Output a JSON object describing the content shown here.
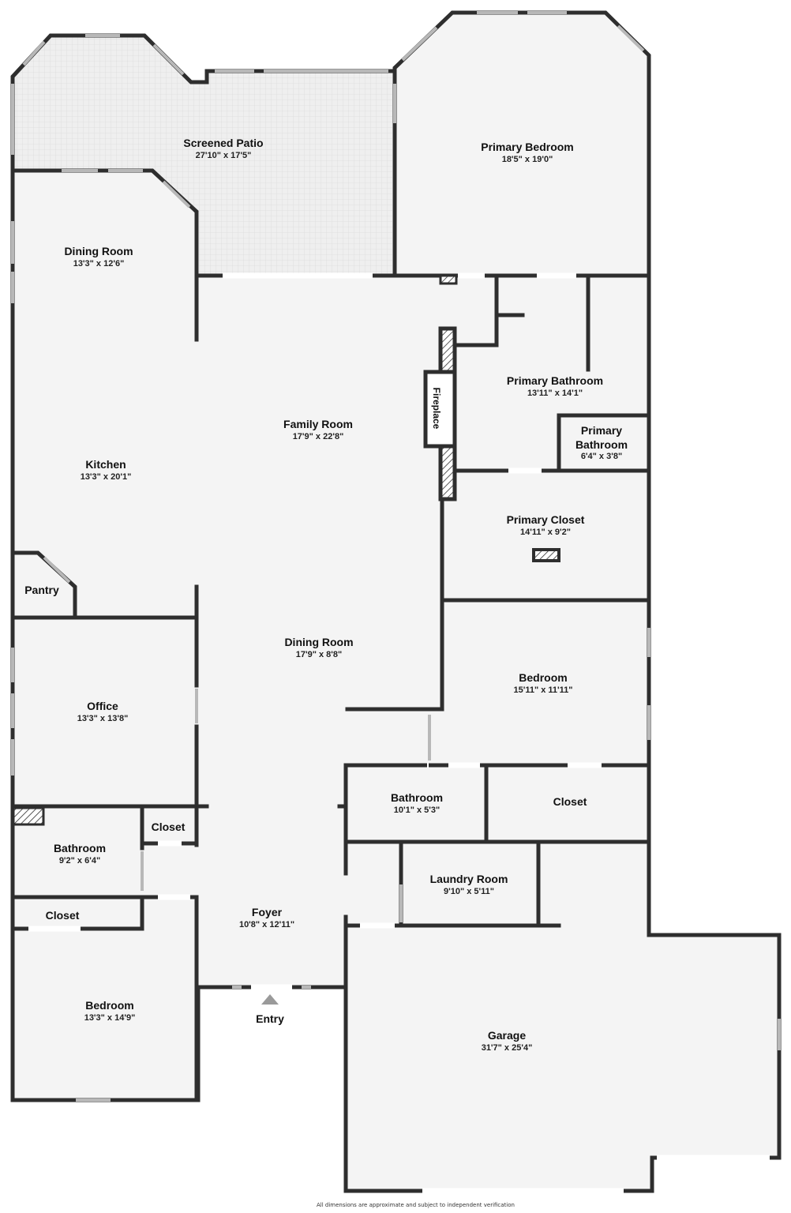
{
  "rooms": [
    {
      "id": "screened-patio",
      "name": "Screened Patio",
      "dims": "27'10\" x 17'5\""
    },
    {
      "id": "primary-bedroom",
      "name": "Primary Bedroom",
      "dims": "18'5\" x 19'0\""
    },
    {
      "id": "dining-room-upper",
      "name": "Dining Room",
      "dims": "13'3\" x 12'6\""
    },
    {
      "id": "family-room",
      "name": "Family Room",
      "dims": "17'9\" x 22'8\""
    },
    {
      "id": "primary-bathroom",
      "name": "Primary Bathroom",
      "dims": "13'11\" x 14'1\""
    },
    {
      "id": "primary-bathroom-small",
      "name": "Primary\nBathroom",
      "dims": "6'4\" x 3'8\""
    },
    {
      "id": "kitchen",
      "name": "Kitchen",
      "dims": "13'3\" x 20'1\""
    },
    {
      "id": "primary-closet",
      "name": "Primary Closet",
      "dims": "14'11\" x 9'2\""
    },
    {
      "id": "pantry",
      "name": "Pantry",
      "dims": ""
    },
    {
      "id": "dining-room-lower",
      "name": "Dining Room",
      "dims": "17'9\" x 8'8\""
    },
    {
      "id": "bedroom-right",
      "name": "Bedroom",
      "dims": "15'11\" x 11'11\""
    },
    {
      "id": "office",
      "name": "Office",
      "dims": "13'3\" x 13'8\""
    },
    {
      "id": "bathroom-center",
      "name": "Bathroom",
      "dims": "10'1\" x 5'3\""
    },
    {
      "id": "closet-right",
      "name": "Closet",
      "dims": ""
    },
    {
      "id": "closet-left",
      "name": "Closet",
      "dims": ""
    },
    {
      "id": "bathroom-left",
      "name": "Bathroom",
      "dims": "9'2\" x 6'4\""
    },
    {
      "id": "laundry-room",
      "name": "Laundry Room",
      "dims": "9'10\" x 5'11\""
    },
    {
      "id": "foyer",
      "name": "Foyer",
      "dims": "10'8\" x 12'11\""
    },
    {
      "id": "closet-lower",
      "name": "Closet",
      "dims": ""
    },
    {
      "id": "bedroom-left",
      "name": "Bedroom",
      "dims": "13'3\" x 14'9\""
    },
    {
      "id": "garage",
      "name": "Garage",
      "dims": "31'7\" x 25'4\""
    }
  ],
  "fireplace_label": "Fireplace",
  "entry_label": "Entry",
  "footer_note": "All dimensions are approximate and subject to independent verification",
  "colors": {
    "wall": "#2e2e2e",
    "floor": "#f4f4f4",
    "patio": "#eeeeee",
    "window": "#b8b8b8",
    "background": "#ffffff"
  }
}
